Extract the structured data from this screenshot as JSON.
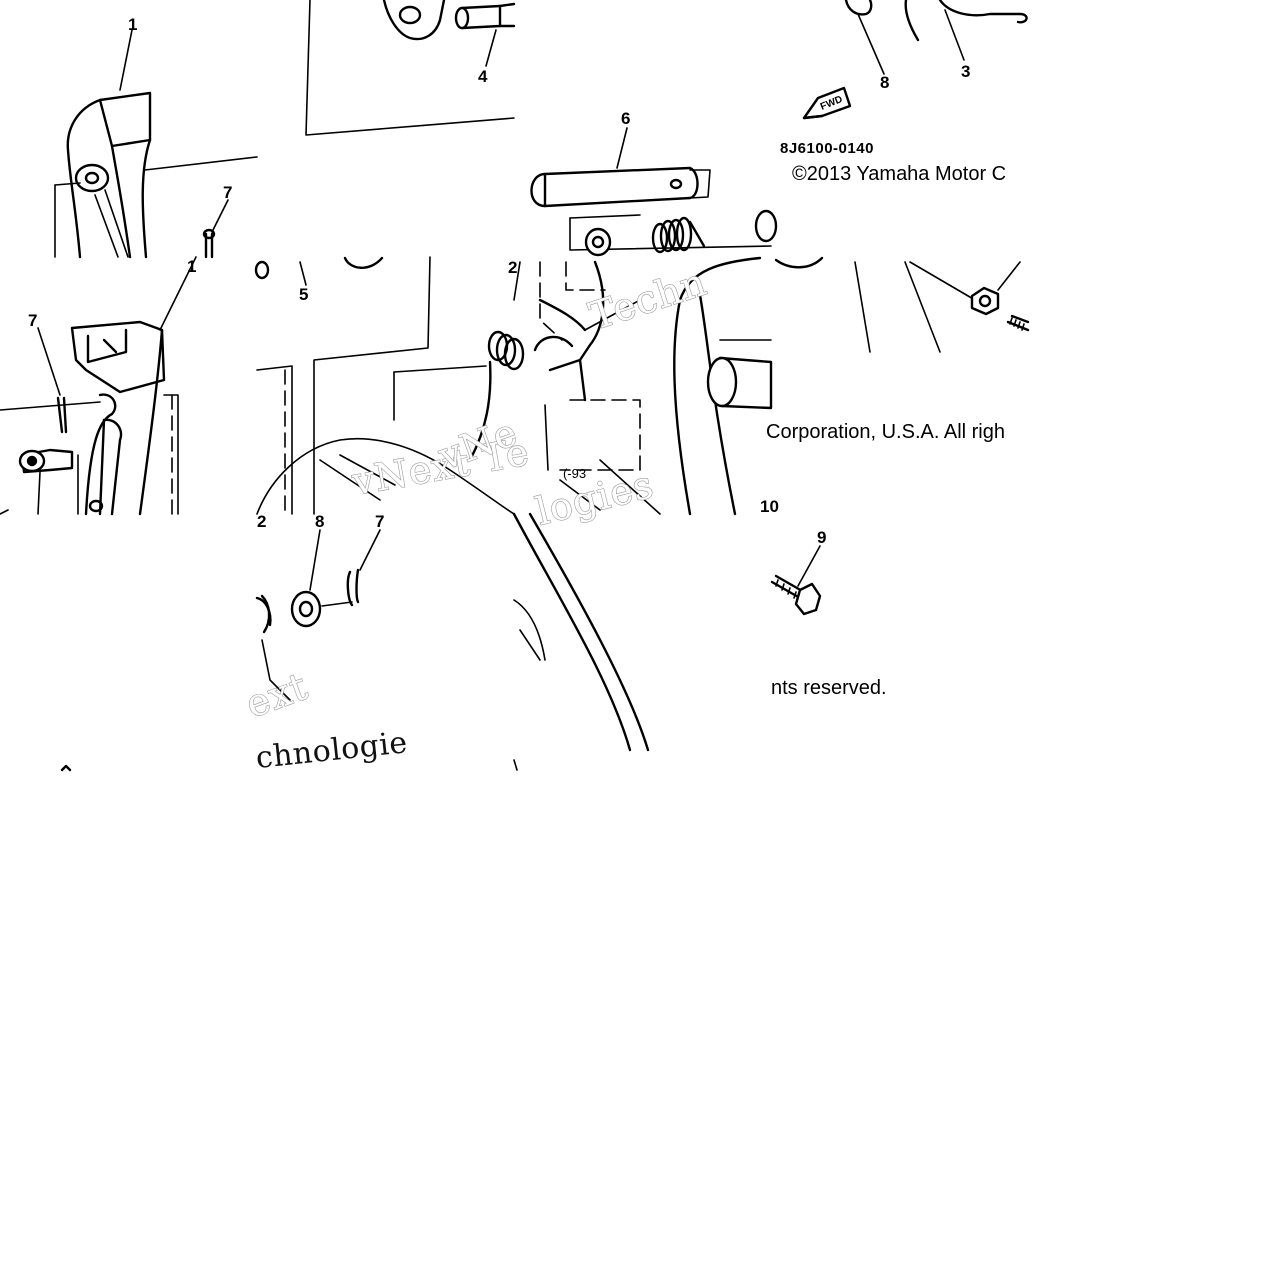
{
  "part_numbers": {
    "p1": "1",
    "p2": "2",
    "p3": "3",
    "p4": "4",
    "p5": "5",
    "p6": "6",
    "p7": "7",
    "p8": "8",
    "p9": "9",
    "p10": "10"
  },
  "diagram_code": "8J6100-0140",
  "fwd_label": "FWD",
  "copyright": {
    "part_a": "©2013 Yamaha Motor C",
    "part_b": "Corporation, U.S.A. All righ",
    "part_c": "nts reserved."
  },
  "watermark": {
    "a": "vNext Te",
    "b": "Techn",
    "c": "ext",
    "d": "chnologie",
    "e": "logies",
    "f": "vNe"
  },
  "colors": {
    "ink": "#000000",
    "paper": "#ffffff",
    "watermark_outline": "#9a9a9a"
  }
}
